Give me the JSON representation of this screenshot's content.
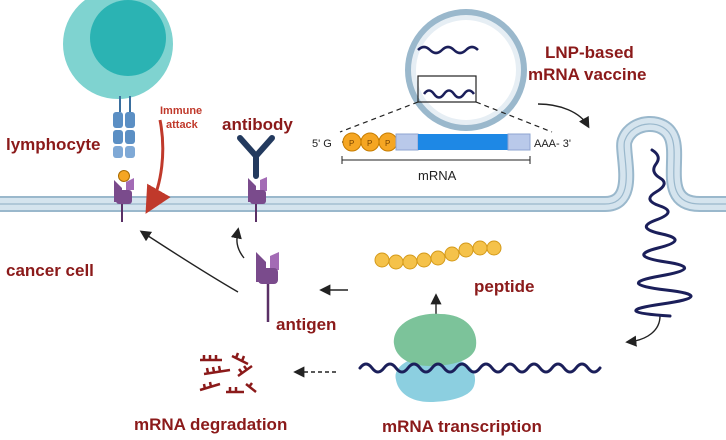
{
  "labels": {
    "lnp_line1": "LNP-based",
    "lnp_line2": "mRNA vaccine",
    "lymphocyte": "lymphocyte",
    "immune_line1": "Immune",
    "immune_line2": "attack",
    "antibody": "antibody",
    "cancer_cell": "cancer cell",
    "antigen": "antigen",
    "peptide": "peptide",
    "mrna_degradation": "mRNA degradation",
    "mrna_transcription": "mRNA transcription",
    "mrna": "mRNA",
    "five_prime": "5' G",
    "three_prime": "AAA- 3'",
    "cap": "P"
  },
  "colors": {
    "title_red": "#8b1a1a",
    "membrane": "#c8dbe8",
    "membrane_edge": "#9ab8cc",
    "lymphocyte_outer": "#7fd3d0",
    "lymphocyte_inner": "#2bb3b3",
    "receptor_blue": "#5b8fc4",
    "antigen_purple": "#7a4b8c",
    "antibody_navy": "#233a5e",
    "peptide_orange": "#f5c24a",
    "cap_orange": "#f5a623",
    "mrna_blue": "#1e88e5",
    "mrna_light": "#b9c9ea",
    "ribosome_green": "#7cc39a",
    "ribosome_blue": "#8ccfe0",
    "strand_navy": "#1b1f5a",
    "immune_arrow": "#c0392b"
  }
}
